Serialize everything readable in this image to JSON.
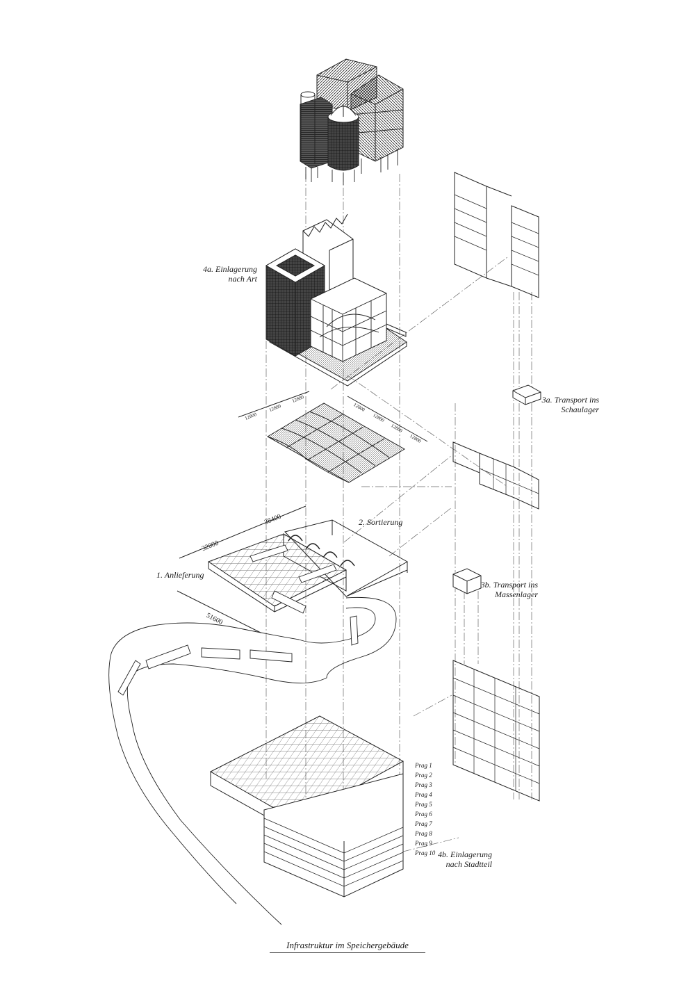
{
  "labels": {
    "einlagerung_art": [
      "4a. Einlagerung",
      "nach Art"
    ],
    "transport_schaulager": [
      "3a. Transport ins",
      "Schaulager"
    ],
    "sortierung": "2. Sortierung",
    "anlieferung": "1. Anlieferung",
    "transport_massenlager": [
      "3b. Transport ins",
      "Massenlager"
    ],
    "einlagerung_stadtteil": [
      "4b. Einlagerung",
      "nach Stadtteil"
    ]
  },
  "dimensions": {
    "grid_left": [
      "12800",
      "12800",
      "12800"
    ],
    "grid_right": [
      "12800",
      "12800",
      "12800",
      "12800"
    ],
    "width": "38400",
    "depth": "32000",
    "length": "51600"
  },
  "prag_levels": [
    "Prag 1",
    "Prag 2",
    "Prag 3",
    "Prag 4",
    "Prag 5",
    "Prag 6",
    "Prag 7",
    "Prag 8",
    "Prag 9",
    "Prag 10"
  ],
  "caption": "Infrastruktur im Speichergebäude"
}
